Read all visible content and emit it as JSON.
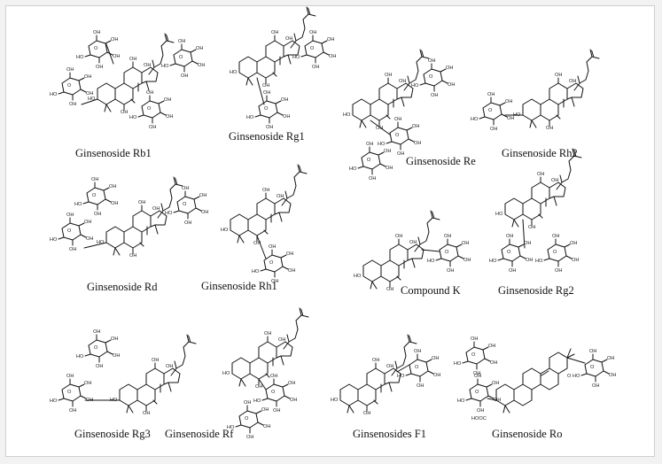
{
  "figure": {
    "compounds": [
      {
        "id": "rb1",
        "name": "Ginsenoside Rb1"
      },
      {
        "id": "rg1",
        "name": "Ginsenoside Rg1"
      },
      {
        "id": "re",
        "name": "Ginsenoside Re"
      },
      {
        "id": "rh2",
        "name": "Ginsenoside Rh2"
      },
      {
        "id": "rd",
        "name": "Ginsenoside Rd"
      },
      {
        "id": "rh1",
        "name": "Ginsenoside Rh1"
      },
      {
        "id": "ck",
        "name": "Compound K"
      },
      {
        "id": "rg2",
        "name": "Ginsenoside Rg2"
      },
      {
        "id": "rg3",
        "name": "Ginsenoside Rg3"
      },
      {
        "id": "rf",
        "name": "Ginsenoside Rf"
      },
      {
        "id": "f1",
        "name": "Ginsenosides F1"
      },
      {
        "id": "ro",
        "name": "Ginsenoside Ro"
      }
    ],
    "groups": {
      "hydroxyl": "OH",
      "hydroxyl_left": "HO",
      "carbonyl_o": "O",
      "acid": "HOOC"
    },
    "colors": {
      "ink": "#111111",
      "frame_border": "#cfcfcf",
      "background": "#ffffff"
    }
  }
}
